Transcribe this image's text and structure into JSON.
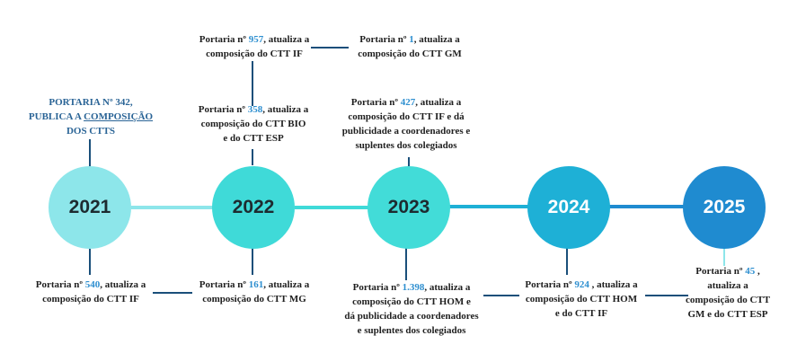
{
  "colors": {
    "c2021": "#8de6ea",
    "c2022": "#3fdad8",
    "c2023": "#42dcd8",
    "c2024": "#1eb0d6",
    "c2025": "#1f8bd0",
    "connector": "#1a4f7a",
    "highlight": "#2e8fd0"
  },
  "years": [
    "2021",
    "2022",
    "2023",
    "2024",
    "2025"
  ],
  "headline": {
    "line1": "PORTARIA Nº 342,",
    "line2_a": "PUBLICA A ",
    "line2_b": "COMPOSIÇÃO",
    "line3": "DOS CTTS"
  },
  "notes": {
    "n540": {
      "pre": "Portaria nº ",
      "num": "540",
      "post": ", atualiza a",
      "line2": "composição do CTT IF"
    },
    "n957": {
      "pre": "Portaria nº ",
      "num": "957",
      "post": ", atualiza a",
      "line2": "composição do CTT IF"
    },
    "n358": {
      "pre": "Portaria nº ",
      "num": "358",
      "post": ", atualiza a",
      "line2": "composição do CTT BIO",
      "line3": "e do CTT ESP"
    },
    "n161": {
      "pre": "Portaria nº ",
      "num": "161",
      "post": ", atualiza a",
      "line2": "composição do CTT MG"
    },
    "n1": {
      "pre": "Portaria nº ",
      "num": "1",
      "post": ", atualiza a",
      "line2": "composição do CTT GM"
    },
    "n427": {
      "pre": "Portaria nº ",
      "num": "427",
      "post": ", atualiza a",
      "line2": "composição do CTT IF e dá",
      "line3": "publicidade a coordenadores e",
      "line4": "suplentes dos colegiados"
    },
    "n1398": {
      "pre": "Portaria nº ",
      "num": "1.398",
      "post": ", atualiza a",
      "line2": "composição do CTT HOM e",
      "line3": "dá publicidade a coordenadores",
      "line4": "e suplentes dos colegiados"
    },
    "n924": {
      "pre": "Portaria nº ",
      "num": "924",
      "post": " , atualiza a",
      "line2": "composição do CTT HOM",
      "line3": "e do CTT IF"
    },
    "n45": {
      "pre": "Portaria nº ",
      "num": "45",
      "post": " ,",
      "line2": "atualiza a",
      "line3": "composição do CTT",
      "line4": "GM e do CTT ESP"
    }
  }
}
